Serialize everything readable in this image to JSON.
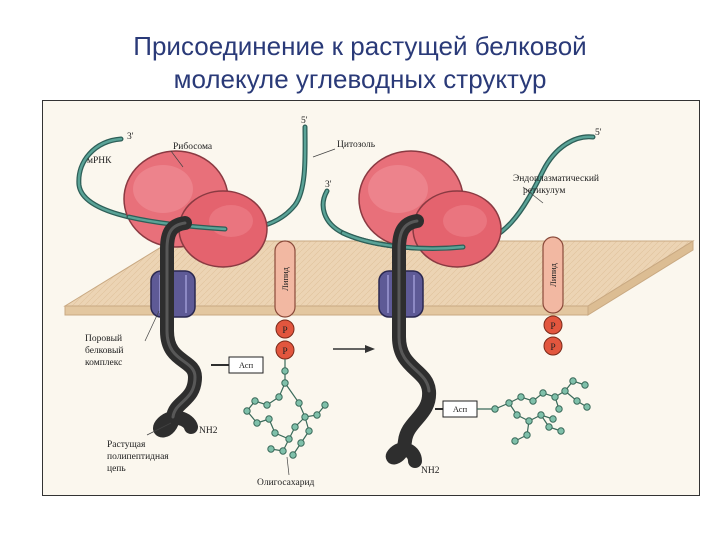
{
  "slide": {
    "title_line1": "Присоединение к растущей белковой",
    "title_line2": "молекуле углеводных структур"
  },
  "diagram": {
    "labels": {
      "three_prime_left": "3'",
      "mrna": "мРНК",
      "ribosome": "Рибосома",
      "five_prime_top": "5'",
      "cytosol": "Цитозоль",
      "three_prime_right": "3'",
      "five_prime_right": "5'",
      "er_line1": "Эндоплазматический",
      "er_line2": "ретикулум",
      "lipid_left": "Липид",
      "lipid_right": "Липид",
      "phosphate": "P",
      "pore_line1": "Поровый",
      "pore_line2": "белковый",
      "pore_line3": "комплекс",
      "asn_left": "Асп",
      "asn_right": "Асп",
      "nh2_left": "NH2",
      "nh2_right": "NH2",
      "chain_line1": "Растущая",
      "chain_line2": "полипептидная",
      "chain_line3": "цепь",
      "oligosaccharide": "Олигосахарид"
    },
    "colors": {
      "ribosome": "#e8707a",
      "pore": "#5e5a96",
      "membrane": "#ecd4b4",
      "chain": "#2e2e2e",
      "mrna": "#3f7e74",
      "lipid": "#f2b8a2",
      "phosphate": "#e2563e",
      "sugar": "#7fc0aa",
      "title": "#2a3a78"
    }
  }
}
